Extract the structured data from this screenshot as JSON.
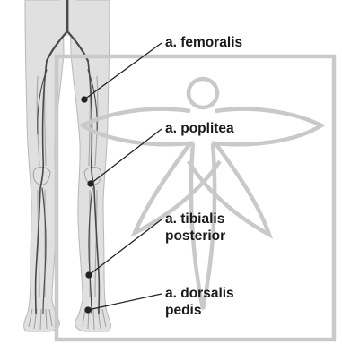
{
  "labels": {
    "femoralis": "a. femoralis",
    "poplitea": "a. poplitea",
    "tibialis_line1": "a. tibialis",
    "tibialis_line2": "posterior",
    "dorsalis_line1": "a. dorsalis",
    "dorsalis_line2": "pedis"
  },
  "colors": {
    "leg_fill": "#e0e0e0",
    "leg_outline": "#b5b5b5",
    "artery": "#4a4a4a",
    "bone": "#a9a9a9",
    "watermark": "#c9c9c9",
    "leader_line": "#222222",
    "text": "#1a1a1a"
  },
  "watermark_icon": "figure-in-square-logo"
}
